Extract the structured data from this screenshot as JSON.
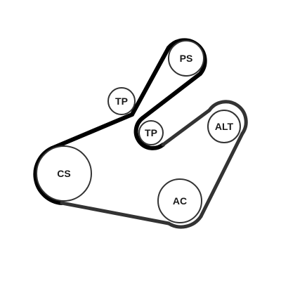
{
  "colors": {
    "belt_primary": "#000000",
    "belt_secondary": "#333333",
    "pulley_stroke": "#333333",
    "pulley_fill": "#ffffff"
  },
  "pulleys": {
    "ps": {
      "label": "PS"
    },
    "tp_upper": {
      "label": "TP"
    },
    "tp_lower": {
      "label": "TP"
    },
    "alt": {
      "label": "ALT"
    },
    "cs": {
      "label": "CS"
    },
    "ac": {
      "label": "AC"
    }
  }
}
